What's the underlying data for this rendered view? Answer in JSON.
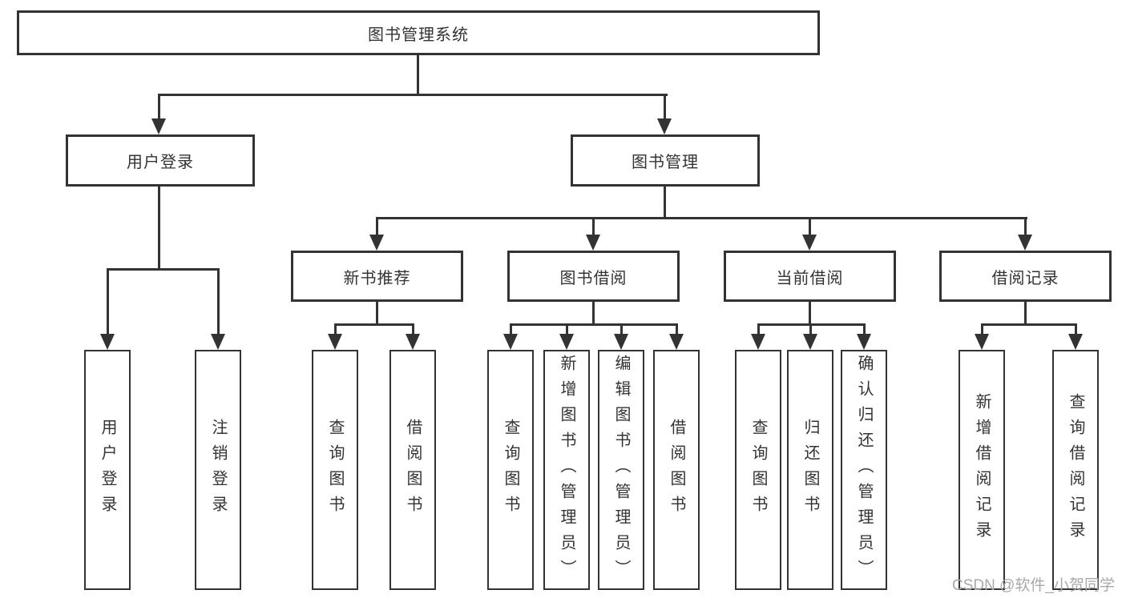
{
  "diagram": {
    "title": "图书管理系统",
    "branches": {
      "user": {
        "label": "用户登录",
        "leaves": [
          "用户登录",
          "注销登录"
        ]
      },
      "mgmt": {
        "label": "图书管理"
      }
    },
    "modules": [
      {
        "label": "新书推荐",
        "leaves": [
          "查询图书",
          "借阅图书"
        ]
      },
      {
        "label": "图书借阅",
        "leaves": [
          "查询图书",
          "新增图书（管理员）",
          "编辑图书（管理员）",
          "借阅图书"
        ]
      },
      {
        "label": "当前借阅",
        "leaves": [
          "查询图书",
          "归还图书",
          "确认归还（管理员）"
        ]
      },
      {
        "label": "借阅记录",
        "leaves": [
          "新增借阅记录",
          "查询借阅记录"
        ]
      }
    ]
  },
  "watermark": "CSDN @软件_小贺同学",
  "colors": {
    "line": "#333333",
    "border": "#333333",
    "text": "#333333",
    "watermark": "#a9a9a9",
    "background": "#ffffff"
  }
}
